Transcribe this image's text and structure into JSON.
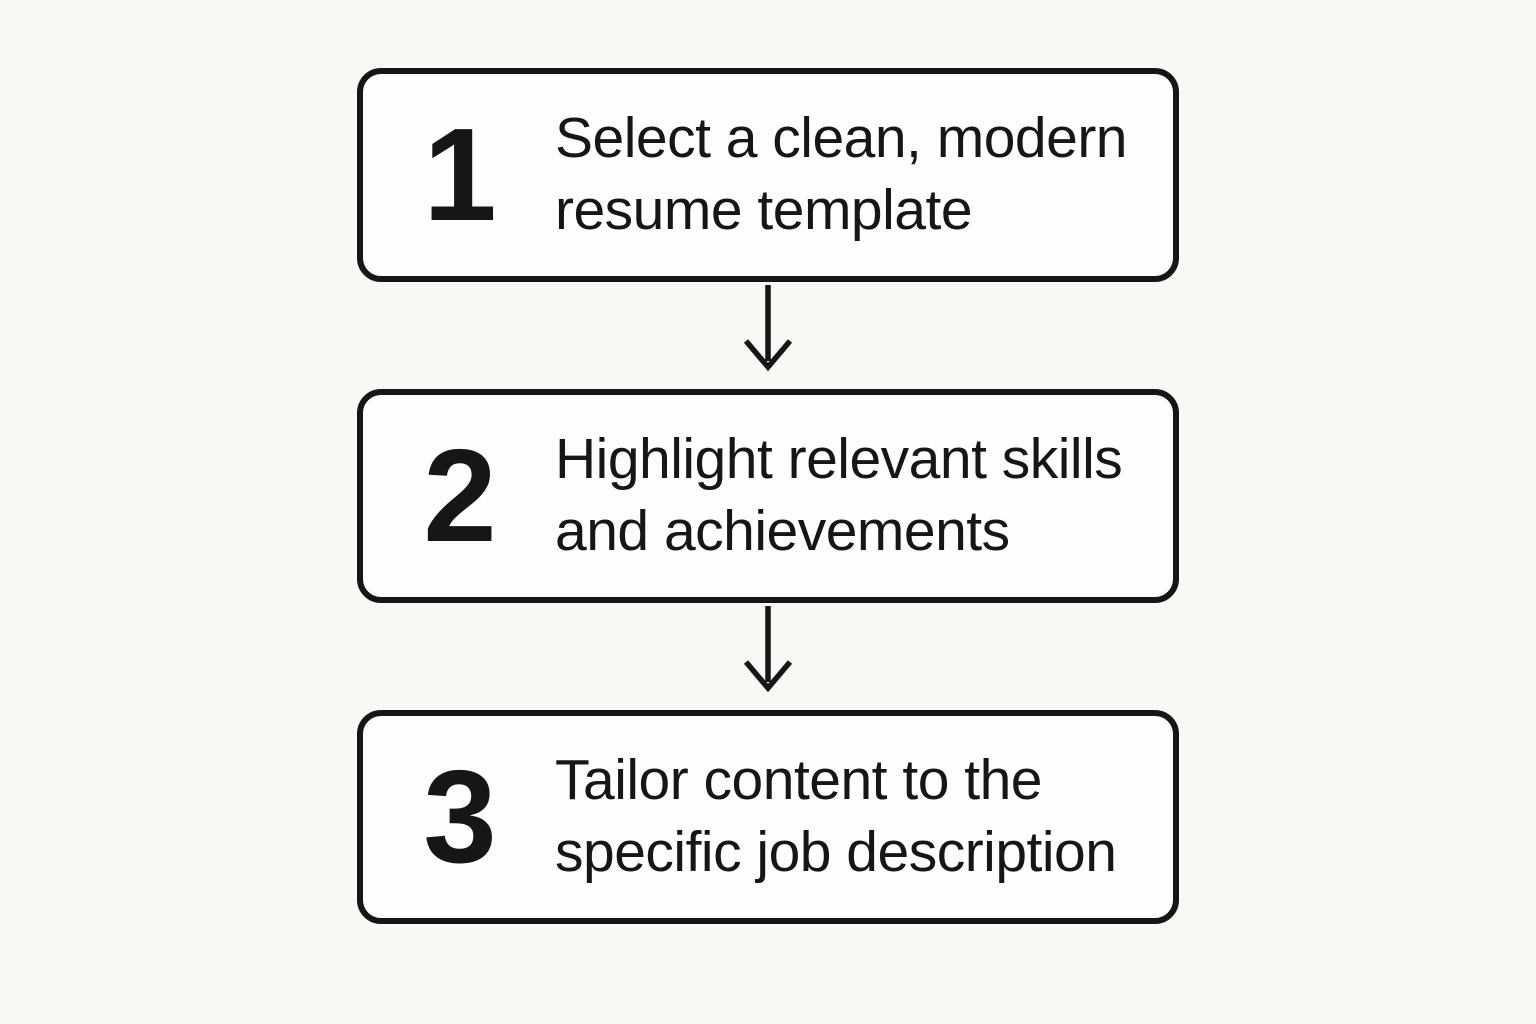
{
  "diagram": {
    "type": "flowchart",
    "direction": "top-down",
    "steps": [
      {
        "number": "1",
        "line1": "Select a clean, modern",
        "line2": "resume template"
      },
      {
        "number": "2",
        "line1": "Highlight relevant skills",
        "line2": "and achievements"
      },
      {
        "number": "3",
        "line1": "Tailor content to the",
        "line2": "specific job description"
      }
    ],
    "connectors": [
      {
        "from": "1",
        "to": "2",
        "style": "arrow-down"
      },
      {
        "from": "2",
        "to": "3",
        "style": "arrow-down"
      }
    ],
    "colors": {
      "background": "#f9f8f5",
      "box_fill": "#fdfdfb",
      "stroke": "#161616",
      "text": "#161616"
    }
  }
}
